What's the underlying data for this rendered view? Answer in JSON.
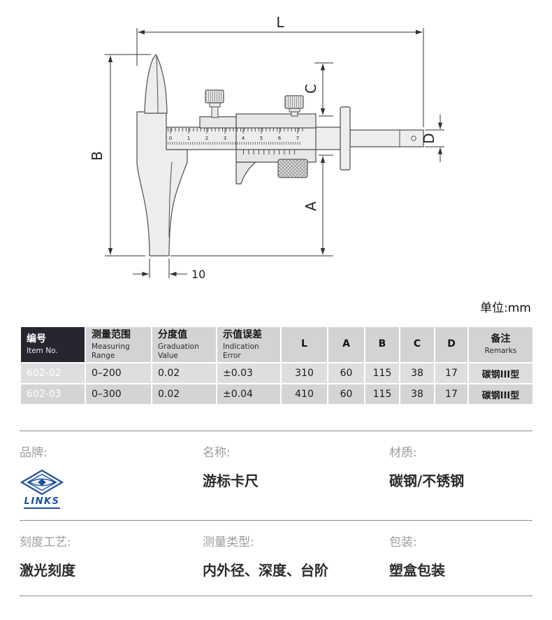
{
  "page": {
    "unit_label": "单位:mm"
  },
  "diagram": {
    "dims": {
      "L": "L",
      "B": "B",
      "C": "C",
      "A": "A",
      "D": "D",
      "tip": "10"
    },
    "scale_numbers": [
      "0",
      "1",
      "2",
      "3",
      "4",
      "5",
      "6",
      "7"
    ]
  },
  "table": {
    "headers": [
      {
        "cn": "编号",
        "en": "Item No."
      },
      {
        "cn": "测量范围",
        "en": "Measuring Range"
      },
      {
        "cn": "分度值",
        "en": "Graduation Value"
      },
      {
        "cn": "示值误差",
        "en": "Indication Error"
      },
      {
        "cn": "L",
        "en": ""
      },
      {
        "cn": "A",
        "en": ""
      },
      {
        "cn": "B",
        "en": ""
      },
      {
        "cn": "C",
        "en": ""
      },
      {
        "cn": "D",
        "en": ""
      },
      {
        "cn": "备注",
        "en": "Remarks"
      }
    ],
    "rows": [
      [
        "602-02",
        "0–200",
        "0.02",
        "±0.03",
        "310",
        "60",
        "115",
        "38",
        "17",
        "碳钢III型"
      ],
      [
        "602-03",
        "0–300",
        "0.02",
        "±0.04",
        "410",
        "60",
        "115",
        "38",
        "17",
        "碳钢III型"
      ]
    ]
  },
  "info": {
    "brand": {
      "label": "品牌:",
      "logo_text": "LINKS"
    },
    "name": {
      "label": "名称:",
      "value": "游标卡尺"
    },
    "material": {
      "label": "材质:",
      "value": "碳钢/不锈钢"
    },
    "process": {
      "label": "刻度工艺:",
      "value": "激光刻度"
    },
    "measure_type": {
      "label": "测量类型:",
      "value": "内外径、深度、台阶"
    },
    "packaging": {
      "label": "包装:",
      "value": "塑盒包装"
    }
  }
}
